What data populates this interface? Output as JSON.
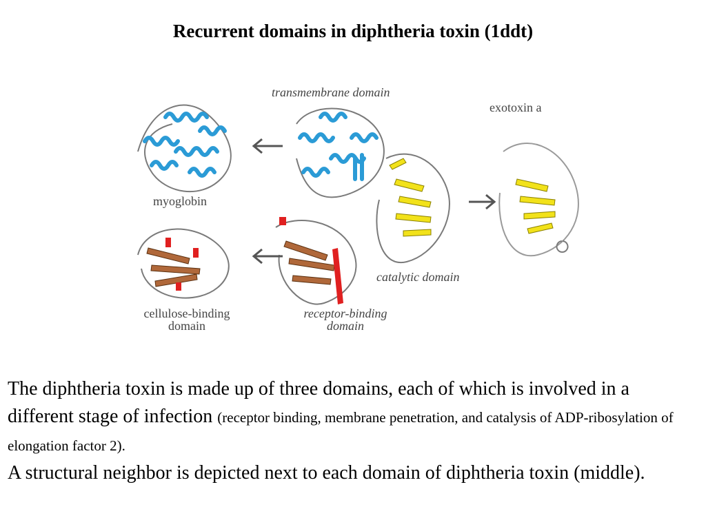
{
  "title": "Recurrent domains in diphtheria toxin (1ddt)",
  "figure": {
    "labels": {
      "transmembrane": "transmembrane domain",
      "exotoxin": "exotoxin a",
      "myoglobin": "myoglobin",
      "catalytic": "catalytic domain",
      "cellulose_line1": "cellulose-binding",
      "cellulose_line2": "domain",
      "receptor_line1": "receptor-binding",
      "receptor_line2": "domain"
    },
    "colors": {
      "helix_blue": "#2b9bd6",
      "sheet_yellow": "#f2e21a",
      "sheet_brown": "#b0683a",
      "accent_red": "#e02020",
      "coil_gray": "#7a7a7a"
    }
  },
  "body": {
    "p1_main": "The diphtheria toxin is made up of three domains, each of which is involved in a different stage of infection ",
    "p1_small": "(receptor binding, membrane penetration, and catalysis of ADP-ribosylation of elongation factor 2).",
    "p2": "A structural neighbor is depicted next to each domain of diphtheria toxin (middle)."
  }
}
